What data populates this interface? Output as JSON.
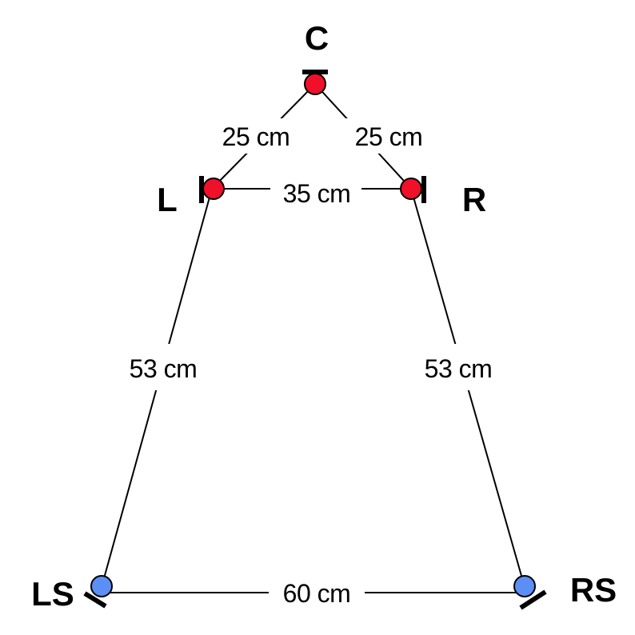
{
  "speakers": [
    {
      "id": "C",
      "label": "C",
      "group": "front"
    },
    {
      "id": "L",
      "label": "L",
      "group": "front"
    },
    {
      "id": "R",
      "label": "R",
      "group": "front"
    },
    {
      "id": "LS",
      "label": "LS",
      "group": "surround"
    },
    {
      "id": "RS",
      "label": "RS",
      "group": "surround"
    }
  ],
  "distances": [
    {
      "from": "C",
      "to": "L",
      "label": "25 cm"
    },
    {
      "from": "C",
      "to": "R",
      "label": "25 cm"
    },
    {
      "from": "L",
      "to": "R",
      "label": "35 cm"
    },
    {
      "from": "L",
      "to": "LS",
      "label": "53 cm"
    },
    {
      "from": "R",
      "to": "RS",
      "label": "53 cm"
    },
    {
      "from": "LS",
      "to": "RS",
      "label": "60 cm"
    }
  ],
  "colors": {
    "front": "#f0102a",
    "surround": "#5b8ff5"
  }
}
